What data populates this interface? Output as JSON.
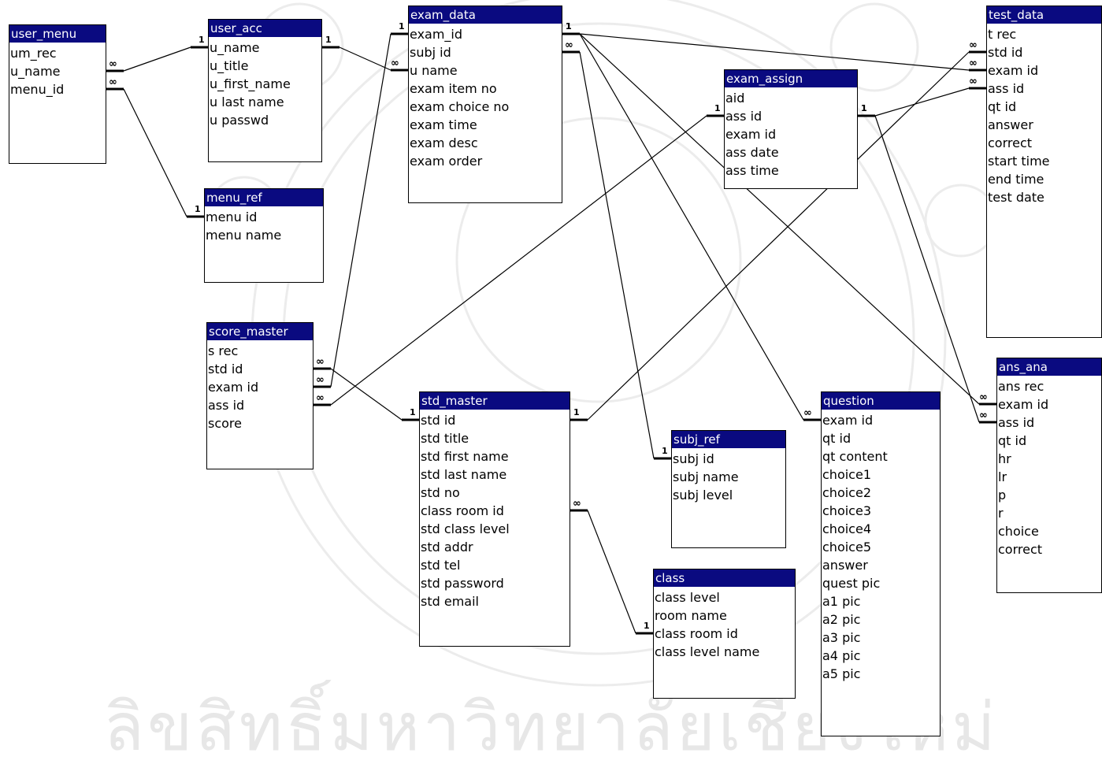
{
  "tables": [
    {
      "id": "user_menu",
      "title": "user_menu",
      "fields": [
        "um_rec",
        "u_name",
        "menu_id"
      ]
    },
    {
      "id": "user_acc",
      "title": "user_acc",
      "fields": [
        "u_name",
        "u_title",
        "u_first_name",
        "u last name",
        "u passwd"
      ]
    },
    {
      "id": "exam_data",
      "title": "exam_data",
      "fields": [
        "exam_id",
        "subj id",
        "u name",
        "exam item no",
        "exam choice no",
        "exam time",
        "exam desc",
        "exam order"
      ]
    },
    {
      "id": "exam_assign",
      "title": "exam_assign",
      "fields": [
        "aid",
        "ass id",
        "exam id",
        "ass date",
        "ass time"
      ]
    },
    {
      "id": "test_data",
      "title": "test_data",
      "fields": [
        "t rec",
        "std id",
        "exam id",
        "ass id",
        "qt id",
        "answer",
        "correct",
        "start time",
        "end time",
        "test date"
      ]
    },
    {
      "id": "menu_ref",
      "title": "menu_ref",
      "fields": [
        "menu id",
        "menu name"
      ]
    },
    {
      "id": "score_master",
      "title": "score_master",
      "fields": [
        "s rec",
        "std id",
        "exam id",
        "ass id",
        "score"
      ]
    },
    {
      "id": "std_master",
      "title": "std_master",
      "fields": [
        "std id",
        "std title",
        "std first name",
        "std last name",
        "std no",
        "class room id",
        "std class level",
        "std addr",
        "std tel",
        "std password",
        "std email"
      ]
    },
    {
      "id": "subj_ref",
      "title": "subj_ref",
      "fields": [
        "subj id",
        "subj name",
        "subj level"
      ]
    },
    {
      "id": "class",
      "title": "class",
      "fields": [
        "class level",
        "room name",
        "class room id",
        "class level name"
      ]
    },
    {
      "id": "question",
      "title": "question",
      "fields": [
        "exam id",
        "qt id",
        "qt content",
        "choice1",
        "choice2",
        "choice3",
        "choice4",
        "choice5",
        "answer",
        "quest pic",
        "a1 pic",
        "a2 pic",
        "a3 pic",
        "a4 pic",
        "a5 pic"
      ]
    },
    {
      "id": "ans_ana",
      "title": "ans_ana",
      "fields": [
        "ans rec",
        "exam id",
        "ass id",
        "qt id",
        "hr",
        "lr",
        "p",
        "r",
        "choice",
        "correct"
      ]
    }
  ],
  "relationships": [
    {
      "one": "user_acc.u_name",
      "many": "user_menu.u_name"
    },
    {
      "one": "menu_ref.menu id",
      "many": "user_menu.menu_id"
    },
    {
      "one": "user_acc.u_name",
      "many": "exam_data.u name"
    },
    {
      "one": "exam_data.exam_id",
      "many": "score_master.exam id"
    },
    {
      "one": "exam_data.exam_id",
      "many": "test_data.exam id"
    },
    {
      "one": "exam_data.exam_id",
      "many": "question.exam id"
    },
    {
      "one": "exam_data.exam_id",
      "many": "ans_ana.exam id"
    },
    {
      "one": "subj_ref.subj id",
      "many": "exam_data.subj id"
    },
    {
      "one": "exam_assign.ass id",
      "many": "score_master.ass id"
    },
    {
      "one": "exam_assign.ass id",
      "many": "test_data.ass id"
    },
    {
      "one": "exam_assign.ass id",
      "many": "ans_ana.ass id"
    },
    {
      "one": "std_master.std id",
      "many": "score_master.std id"
    },
    {
      "one": "std_master.std id",
      "many": "test_data.std id"
    },
    {
      "one": "class.class room id",
      "many": "std_master.class room id"
    }
  ],
  "cardinality": {
    "one": "1",
    "many": "∞"
  },
  "watermark": "ลิขสิทธิ์มหาวิทยาลัยเชียงใหม่",
  "colors": {
    "title_bg": "#0a0a80",
    "title_fg": "#ffffff",
    "border": "#000000"
  }
}
